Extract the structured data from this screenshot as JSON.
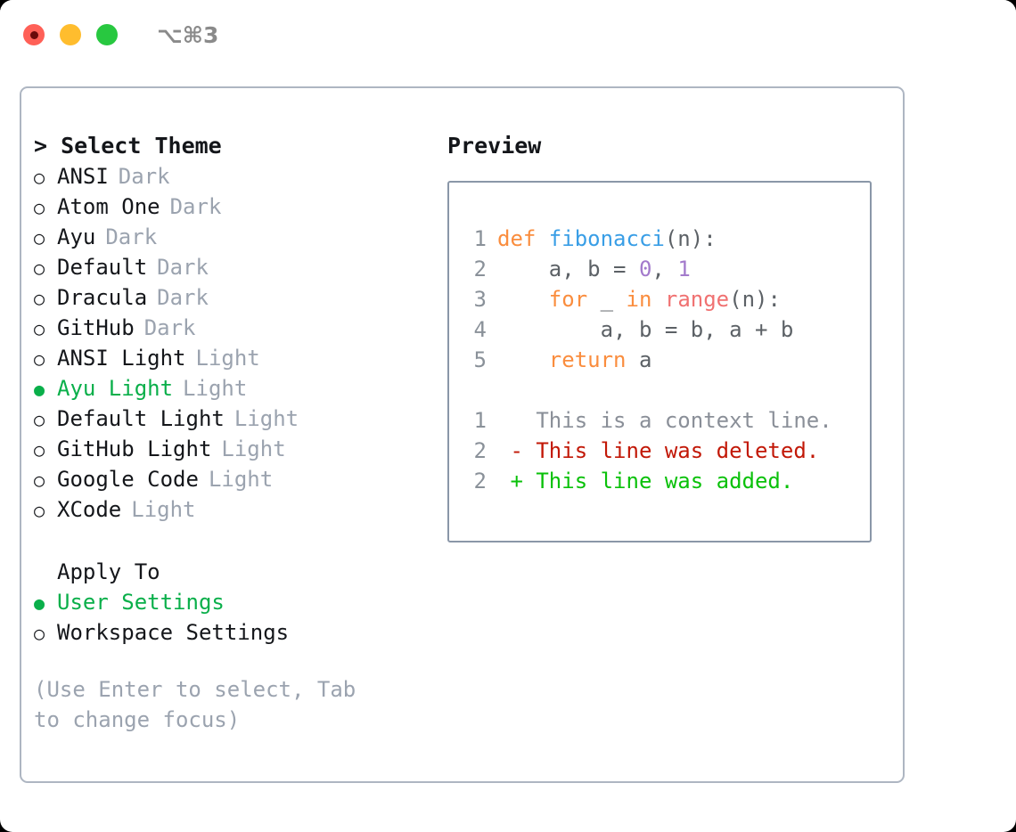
{
  "titlebar": {
    "shortcut": "⌥⌘3",
    "buttons": [
      {
        "name": "close",
        "color": "#ff6057"
      },
      {
        "name": "minimize",
        "color": "#ffbd2e"
      },
      {
        "name": "zoom",
        "color": "#28c840"
      }
    ]
  },
  "theme_section": {
    "header": "> Select Theme",
    "marker_selected": "●",
    "marker_unselected": "○",
    "items": [
      {
        "name": "ANSI",
        "kind": "Dark",
        "selected": false
      },
      {
        "name": "Atom One",
        "kind": "Dark",
        "selected": false
      },
      {
        "name": "Ayu",
        "kind": "Dark",
        "selected": false
      },
      {
        "name": "Default",
        "kind": "Dark",
        "selected": false
      },
      {
        "name": "Dracula",
        "kind": "Dark",
        "selected": false
      },
      {
        "name": "GitHub",
        "kind": "Dark",
        "selected": false
      },
      {
        "name": "ANSI Light",
        "kind": "Light",
        "selected": false
      },
      {
        "name": "Ayu Light",
        "kind": "Light",
        "selected": true
      },
      {
        "name": "Default Light",
        "kind": "Light",
        "selected": false
      },
      {
        "name": "GitHub Light",
        "kind": "Light",
        "selected": false
      },
      {
        "name": "Google Code",
        "kind": "Light",
        "selected": false
      },
      {
        "name": "XCode",
        "kind": "Light",
        "selected": false
      }
    ]
  },
  "apply_section": {
    "header": "Apply To",
    "items": [
      {
        "name": "User Settings",
        "selected": true
      },
      {
        "name": "Workspace Settings",
        "selected": false
      }
    ]
  },
  "hint": "(Use Enter to select, Tab to change focus)",
  "preview": {
    "title": "Preview",
    "code_lines": [
      {
        "num": "1",
        "tokens": [
          {
            "t": "def ",
            "c": "kw"
          },
          {
            "t": "fibonacci",
            "c": "fn"
          },
          {
            "t": "(n):",
            "c": "punc"
          }
        ]
      },
      {
        "num": "2",
        "tokens": [
          {
            "t": "    a, b = ",
            "c": "var"
          },
          {
            "t": "0",
            "c": "num"
          },
          {
            "t": ", ",
            "c": "punc"
          },
          {
            "t": "1",
            "c": "num"
          }
        ]
      },
      {
        "num": "3",
        "tokens": [
          {
            "t": "    ",
            "c": "var"
          },
          {
            "t": "for",
            "c": "kw"
          },
          {
            "t": " _ ",
            "c": "var"
          },
          {
            "t": "in",
            "c": "kw"
          },
          {
            "t": " ",
            "c": "var"
          },
          {
            "t": "range",
            "c": "call"
          },
          {
            "t": "(n):",
            "c": "punc"
          }
        ]
      },
      {
        "num": "4",
        "tokens": [
          {
            "t": "        a, b = b, a + b",
            "c": "var"
          }
        ]
      },
      {
        "num": "5",
        "tokens": [
          {
            "t": "    ",
            "c": "var"
          },
          {
            "t": "return",
            "c": "kw"
          },
          {
            "t": " a",
            "c": "var"
          }
        ]
      }
    ],
    "diff_lines": [
      {
        "num": "1",
        "sign": " ",
        "text": "This is a context line.",
        "kind": "ctx"
      },
      {
        "num": "2",
        "sign": "-",
        "text": "This line was deleted.",
        "kind": "del"
      },
      {
        "num": "2",
        "sign": "+",
        "text": "This line was added.",
        "kind": "add"
      }
    ]
  },
  "colors": {
    "keyword": "#fa8d3e",
    "function": "#399ee6",
    "number": "#a37acc",
    "call": "#f07171",
    "text": "#5c6166",
    "line_number": "#8a9199",
    "selected_green": "#0aaf4a",
    "muted_gray": "#9ba3af",
    "diff_added": "#0ac10a",
    "diff_deleted": "#c21807",
    "border": "#aeb6c2"
  }
}
